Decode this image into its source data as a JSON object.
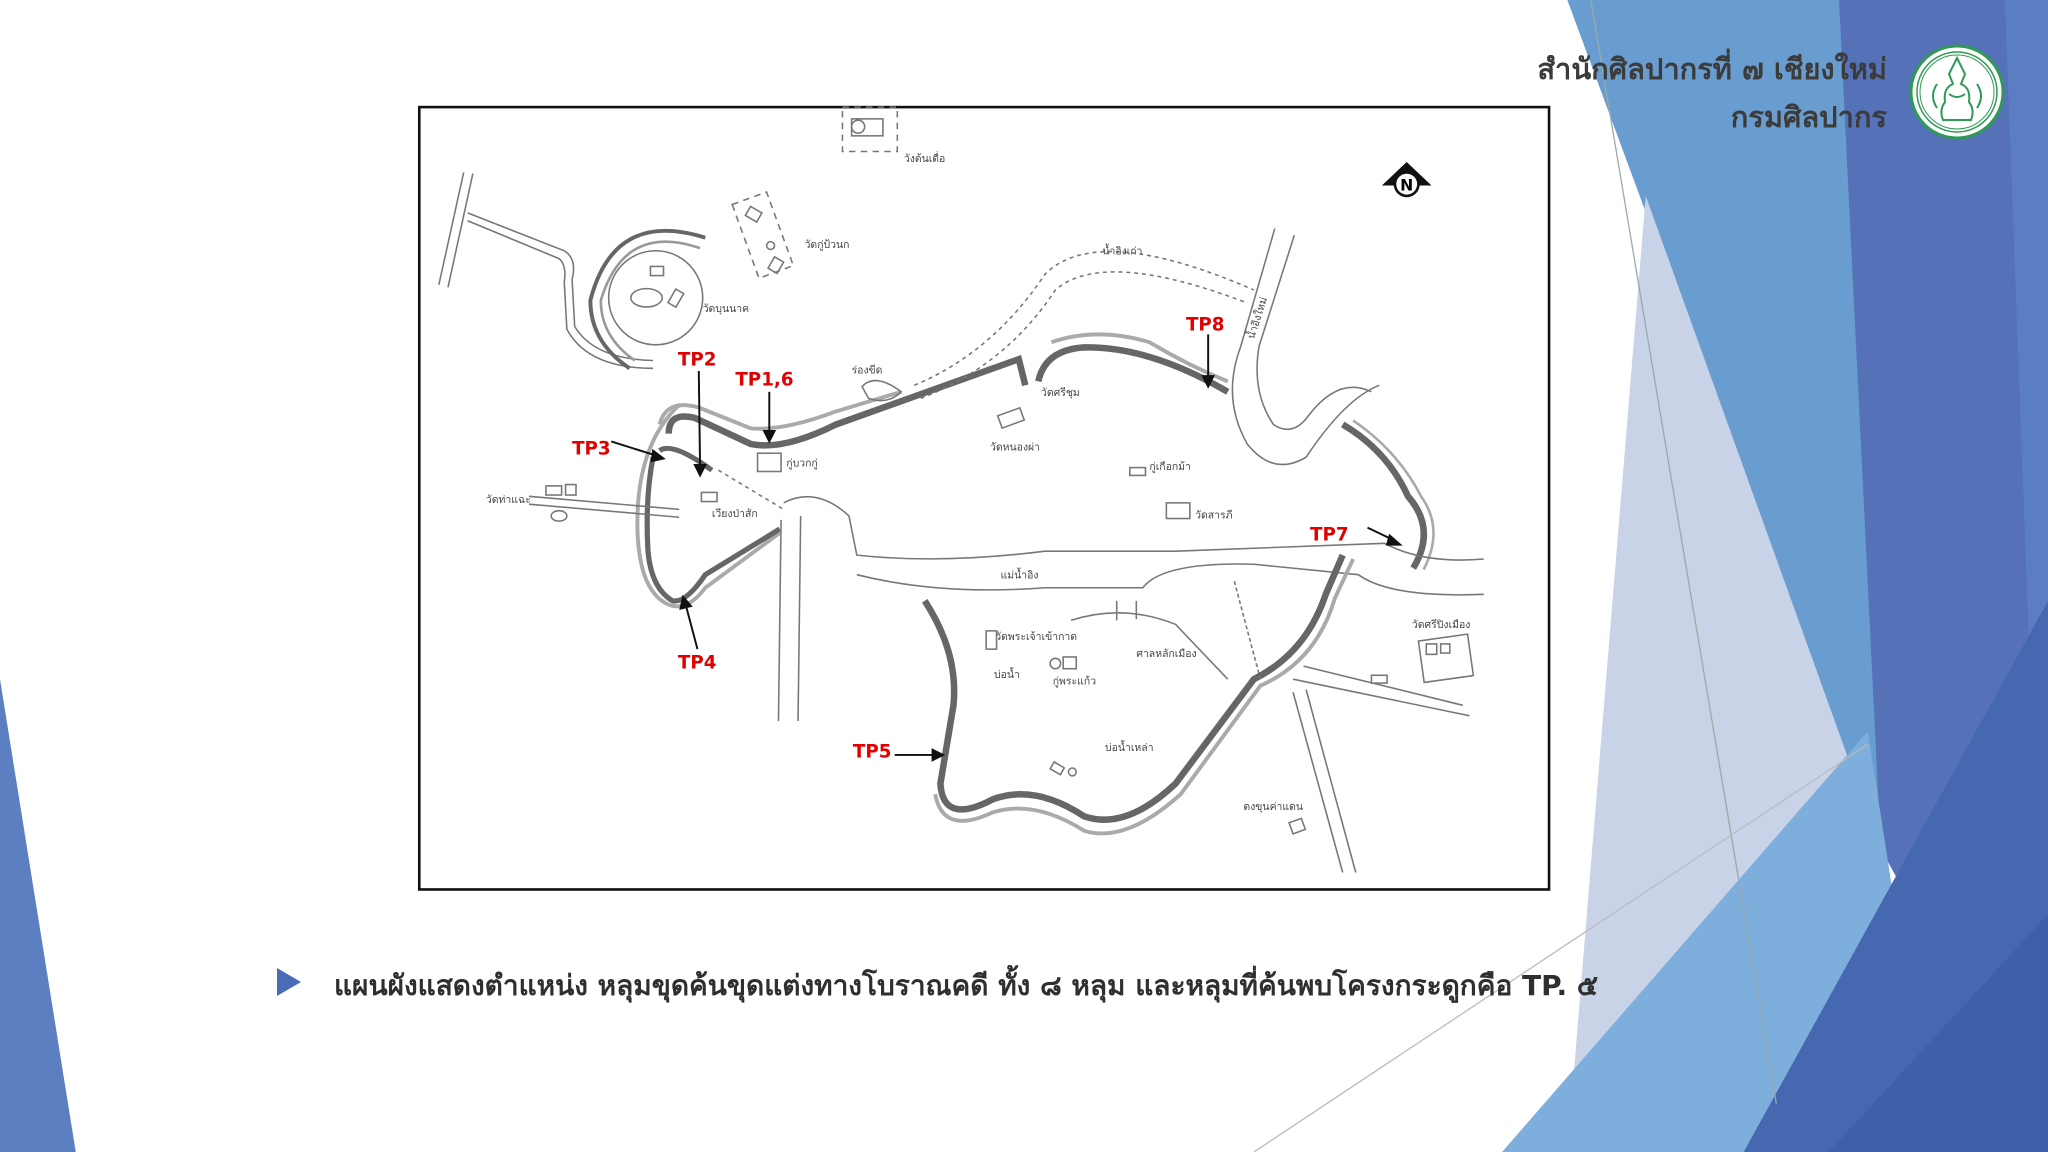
{
  "header": {
    "office": "สำนักศิลปากรที่ ๗ เชียงใหม่",
    "department": "กรมศิลปากร",
    "logo_icon": "fine-arts-department-seal-icon"
  },
  "map": {
    "north_label": "N",
    "test_pits": [
      {
        "id": "tp2",
        "label": "TP2"
      },
      {
        "id": "tp16",
        "label": "TP1,6"
      },
      {
        "id": "tp3",
        "label": "TP3"
      },
      {
        "id": "tp4",
        "label": "TP4"
      },
      {
        "id": "tp5",
        "label": "TP5"
      },
      {
        "id": "tp7",
        "label": "TP7"
      },
      {
        "id": "tp8",
        "label": "TP8"
      }
    ],
    "places": [
      "วังต้นเดื่อ",
      "วัดกู่ป้วนก",
      "วัดบุนนาค",
      "ร่องขีด",
      "วัดศรีชุม",
      "วัดหนองผ่า",
      "กู่บวกกู่",
      "วัดท่าแฉะ",
      "เวียงป่าสัก",
      "กู่เกือกม้า",
      "วัดสารภี",
      "แม่น้ำอิง",
      "น้ำอิงเก่า",
      "น้ำอิงใหม่",
      "วัดพระเจ้าเข้ากาด",
      "ศาลหลักเมือง",
      "บ่อน้ำ",
      "กู่พระแก้ว",
      "บ่อน้ำเหล่า",
      "วัดศรีปิงเมือง",
      "ดงขุนค่าแดน"
    ]
  },
  "caption": "แผนผังแสดงตำแหน่ง หลุมขุดค้นขุดแต่งทางโบราณคดี ทั้ง ๘ หลุม และหลุมที่ค้นพบโครงกระดูกคือ TP. ๕",
  "colors": {
    "accent_blue": "#4a6bb5",
    "tp_red": "#e00000",
    "seal_green": "#2f9a55"
  }
}
